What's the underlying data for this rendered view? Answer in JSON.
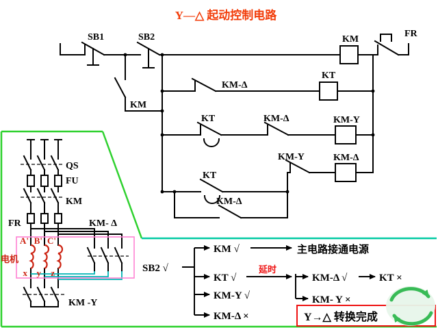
{
  "title": "Y—△ 起动控制电路",
  "colors": {
    "title": "#f23d0a",
    "green": "#2fd12f",
    "teal": "#00c9a2",
    "pink": "#ff82d4",
    "red": "#ee1111",
    "motor": "#cc2211",
    "wire": "#00b4b4",
    "logo": "#2eb84d"
  },
  "control": {
    "sb1": "SB1",
    "sb2": "SB2",
    "km_hold": "KM",
    "km_coil": "KM",
    "fr": "FR",
    "km_delta_nc1": "KM-Δ",
    "kt_coil": "KT",
    "kt_nc": "KT",
    "km_delta_nc2": "KM-Δ",
    "km_y_coil": "KM-Y",
    "km_y_nc": "KM-Y",
    "km_delta_coil": "KM-Δ",
    "kt_no": "KT",
    "km_delta_hold": "KM-Δ"
  },
  "main": {
    "qs": "QS",
    "fu": "FU",
    "km": "KM",
    "fr": "FR",
    "motor": "电机",
    "km_delta": "KM- Δ",
    "km_y": "KM -Y",
    "a": "A'",
    "b": "B'",
    "c": "C'",
    "x": "x",
    "y": "y",
    "z": "z"
  },
  "flow": {
    "sb2": "SB2 √",
    "km": "KM √",
    "main_on": "主电路接通电源",
    "kt": "KT √",
    "delay": "延时",
    "km_delta_on": "KM-Δ √",
    "kt_off": "KT ×",
    "km_y_off": "KM- Y ×",
    "km_y_on": "KM-Y √",
    "km_delta_off": "KM-Δ ×",
    "done": "Y→△ 转换完成"
  }
}
